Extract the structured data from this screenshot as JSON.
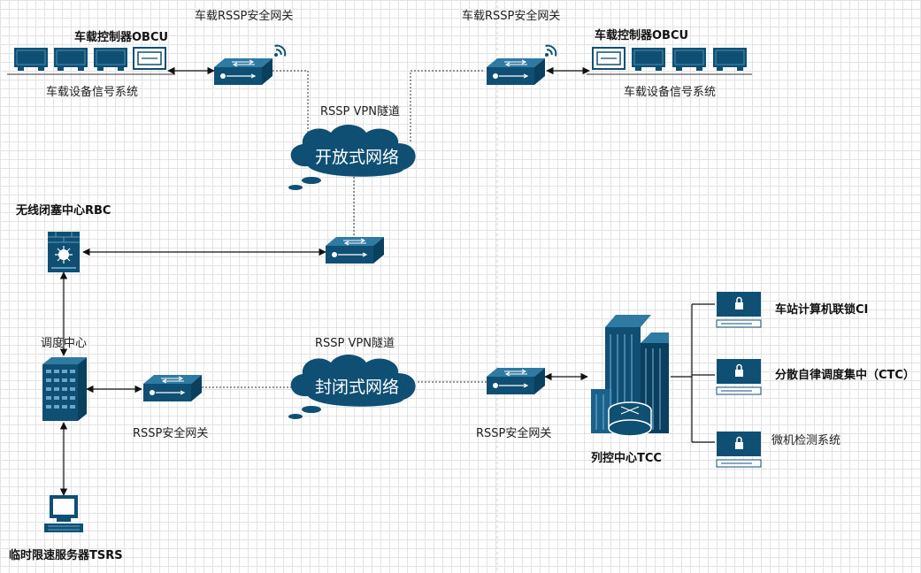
{
  "labels": {
    "gw_top_left": "车载RSSP安全网关",
    "gw_top_right": "车载RSSP安全网关",
    "obcu_left": "车载控制器OBCU",
    "obcu_right": "车载控制器OBCU",
    "onboard_left": "车载设备信号系统",
    "onboard_right": "车载设备信号系统",
    "vpn_top": "RSSP VPN隧道",
    "vpn_bottom": "RSSP VPN隧道",
    "cloud_open": "开放式网络",
    "cloud_closed": "封闭式网络",
    "rbc": "无线闭塞中心RBC",
    "dispatch": "调度中心",
    "gw_bottom_left": "RSSP安全网关",
    "gw_bottom_mid": "RSSP安全网关",
    "tcc": "列控中心TCC",
    "ci": "车站计算机联锁CI",
    "ctc": "分散自律调度集中（CTC）",
    "monitor": "微机检测系统",
    "tsrs": "临时限速服务器TSRS"
  },
  "colors": {
    "device": "#0f4f74",
    "grid": "#e3e3e3"
  },
  "icons": [
    "train-car-icon",
    "obcu-icon",
    "switch-icon",
    "wifi-icon",
    "cloud-icon",
    "firewall-icon",
    "server-rack-icon",
    "office-building-icon",
    "workstation-icon",
    "lock-server-icon"
  ]
}
